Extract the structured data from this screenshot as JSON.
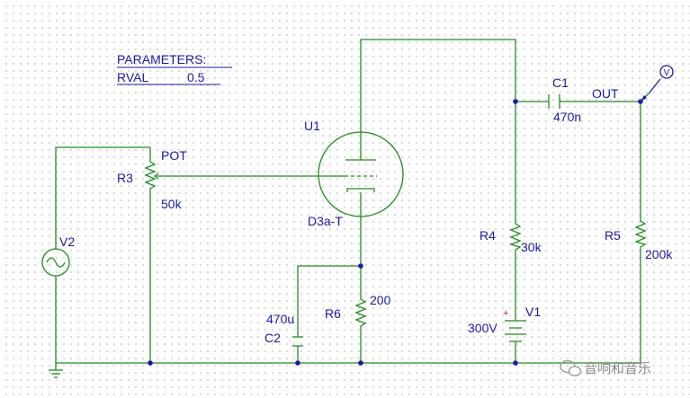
{
  "parameters": {
    "header": "PARAMETERS:",
    "name": "RVAL",
    "value": "0.5"
  },
  "components": {
    "u1": {
      "ref": "U1",
      "model": "D3a-T"
    },
    "r3": {
      "ref": "R3",
      "tag": "POT",
      "value": "50k"
    },
    "v2": {
      "ref": "V2"
    },
    "r6": {
      "ref": "R6",
      "value": "200"
    },
    "c2": {
      "ref": "C2",
      "value": "470u"
    },
    "r4": {
      "ref": "R4",
      "value": "30k"
    },
    "v1": {
      "ref": "V1",
      "value": "300V",
      "polarity": "+"
    },
    "c1": {
      "ref": "C1",
      "value": "470n"
    },
    "r5": {
      "ref": "R5",
      "value": "200k"
    }
  },
  "nets": {
    "out": "OUT"
  },
  "probe": {
    "symbol": "V"
  },
  "watermark": {
    "text": "音响和音乐"
  },
  "colors": {
    "wire": "#228b22",
    "label": "#1a1aa6",
    "grid_dot": "#b8b8b8",
    "background": "#ffffff"
  }
}
